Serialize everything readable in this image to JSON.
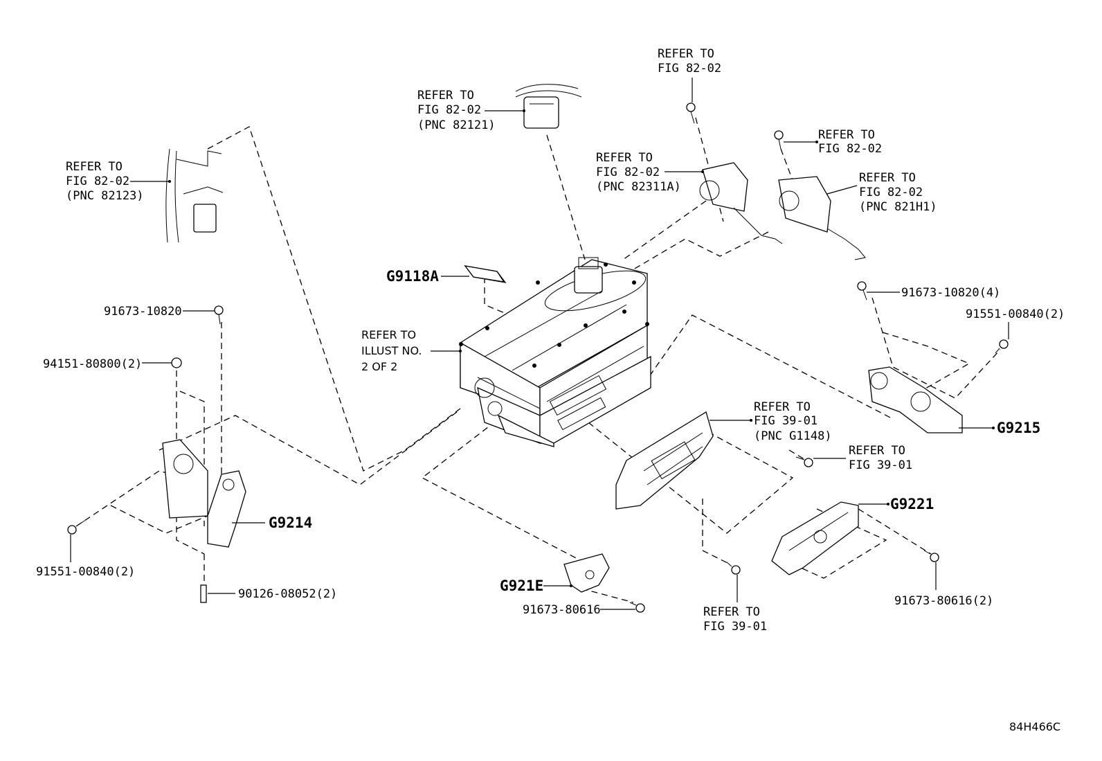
{
  "diagram": {
    "refer_to": "REFER TO",
    "fig_82_02": "FIG 82-02",
    "fig_39_01": "FIG 39-01",
    "pnc_82123": "(PNC 82123)",
    "pnc_82121": "(PNC 82121)",
    "pnc_82311a": "(PNC 82311A)",
    "pnc_821h1": "(PNC 821H1)",
    "pnc_g1148": "(PNC G1148)",
    "illust_no": "ILLUST NO.",
    "two_of_two": "2 OF 2",
    "parts": {
      "g9118a": "G9118A",
      "g9214": "G9214",
      "g9215": "G9215",
      "g9221": "G9221",
      "g921e": "G921E",
      "p91673_10820": "91673-10820",
      "p91673_10820_4": "91673-10820(4)",
      "p94151_80800_2": "94151-80800(2)",
      "p91551_00840_2_left": "91551-00840(2)",
      "p91551_00840_2_right": "91551-00840(2)",
      "p90126_08052_2": "90126-08052(2)",
      "p91673_80616": "91673-80616",
      "p91673_80616_2": "91673-80616(2)"
    },
    "illustration_code": "84H466C"
  }
}
